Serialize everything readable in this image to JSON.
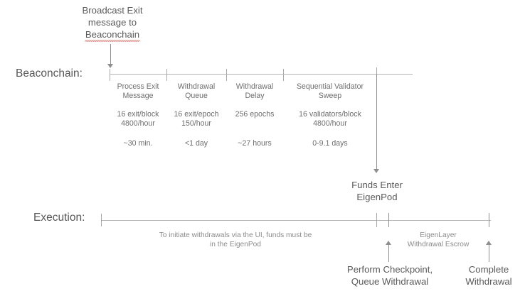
{
  "diagram": {
    "title_note": "Ethereum validator exit and EigenLayer withdrawal timeline",
    "colors": {
      "text_dark": "#575757",
      "text_mid": "#6e6e6e",
      "text_light": "#8c8c8c",
      "line": "#b4b4b4",
      "tick": "#a8a8a8",
      "arrow": "#8f8f8f",
      "spellcheck_underline": "#c0392b"
    }
  },
  "top_annotation": {
    "line1": "Broadcast Exit",
    "line2": "message to",
    "line3_misspelled": "Beaconchain",
    "has_spellcheck_underline": true
  },
  "beaconchain": {
    "row_label": "Beaconchain:",
    "segments": [
      {
        "title_line1": "Process Exit",
        "title_line2": "Message",
        "rate_line1": "16 exit/block",
        "rate_line2": "4800/hour",
        "duration": "~30 min."
      },
      {
        "title_line1": "Withdrawal",
        "title_line2": "Queue",
        "rate_line1": "16 exit/epoch",
        "rate_line2": "150/hour",
        "duration": "<1 day"
      },
      {
        "title_line1": "Withdrawal",
        "title_line2": "Delay",
        "rate_line1": "256 epochs",
        "rate_line2": "",
        "duration": "~27 hours"
      },
      {
        "title_line1": "Sequential Validator",
        "title_line2": "Sweep",
        "rate_line1": "16 validators/block",
        "rate_line2": "4800/hour",
        "duration": "0-9.1 days"
      }
    ]
  },
  "funds_enter": {
    "line1": "Funds Enter",
    "line2": "EigenPod"
  },
  "execution": {
    "row_label": "Execution:",
    "note_line1": "To initiate withdrawals via the UI, funds must be",
    "note_line2": "in the EigenPod",
    "escrow_line1": "EigenLayer",
    "escrow_line2": "Withdrawal Escrow",
    "marker_checkpoint_line1": "Perform Checkpoint,",
    "marker_checkpoint_line2": "Queue Withdrawal",
    "marker_complete_line1": "Complete",
    "marker_complete_line2": "Withdrawal"
  }
}
